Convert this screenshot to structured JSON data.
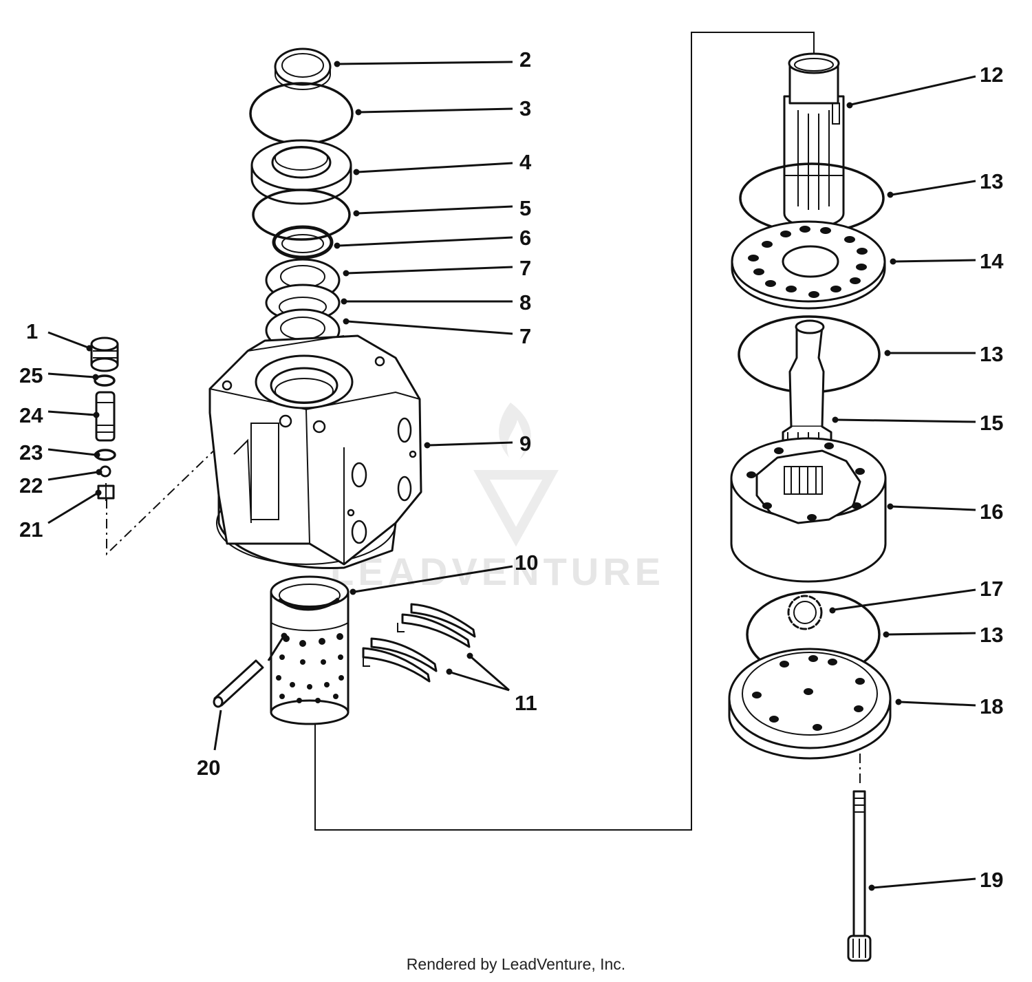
{
  "colors": {
    "line": "#111111",
    "background": "#ffffff",
    "watermark": "#e6e6e6"
  },
  "watermark": {
    "text": "LEADVENTURE",
    "icon": "leadventure-logo-icon"
  },
  "footer": {
    "text": "Rendered by LeadVenture, Inc."
  },
  "callouts": [
    "1",
    "2",
    "3",
    "4",
    "5",
    "6",
    "7",
    "8",
    "7",
    "9",
    "10",
    "11",
    "12",
    "13",
    "14",
    "13",
    "15",
    "16",
    "17",
    "13",
    "18",
    "19",
    "20",
    "21",
    "22",
    "23",
    "24",
    "25"
  ]
}
